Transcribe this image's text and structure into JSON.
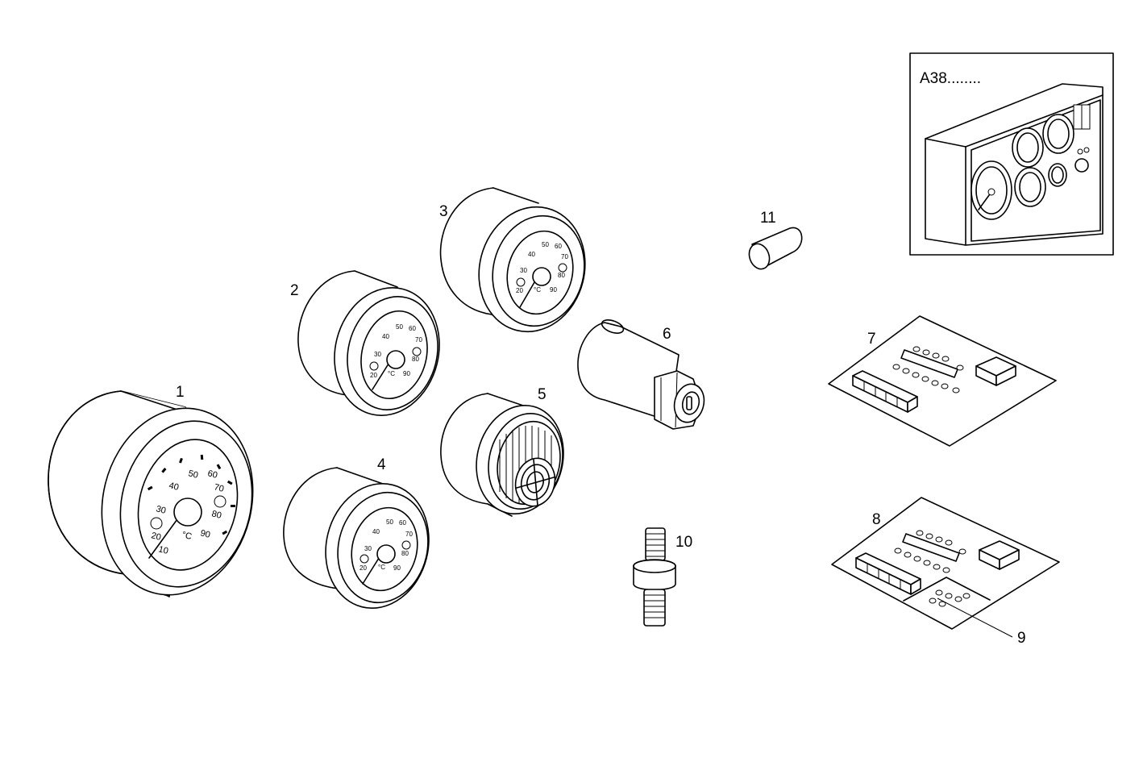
{
  "callouts": {
    "c1": "1",
    "c2": "2",
    "c3": "3",
    "c4": "4",
    "c5": "5",
    "c6": "6",
    "c7": "7",
    "c8": "8",
    "c9": "9",
    "c10": "10",
    "c11": "11"
  },
  "inset": {
    "label": "A38........"
  },
  "gauge_large": {
    "scale": [
      "20",
      "30",
      "40",
      "50",
      "60",
      "70",
      "80",
      "90"
    ],
    "low": "10",
    "unit": "°C"
  },
  "gauge_small": {
    "scale": [
      "20",
      "30",
      "40",
      "50",
      "60",
      "70",
      "80",
      "90"
    ],
    "unit": "°C"
  }
}
